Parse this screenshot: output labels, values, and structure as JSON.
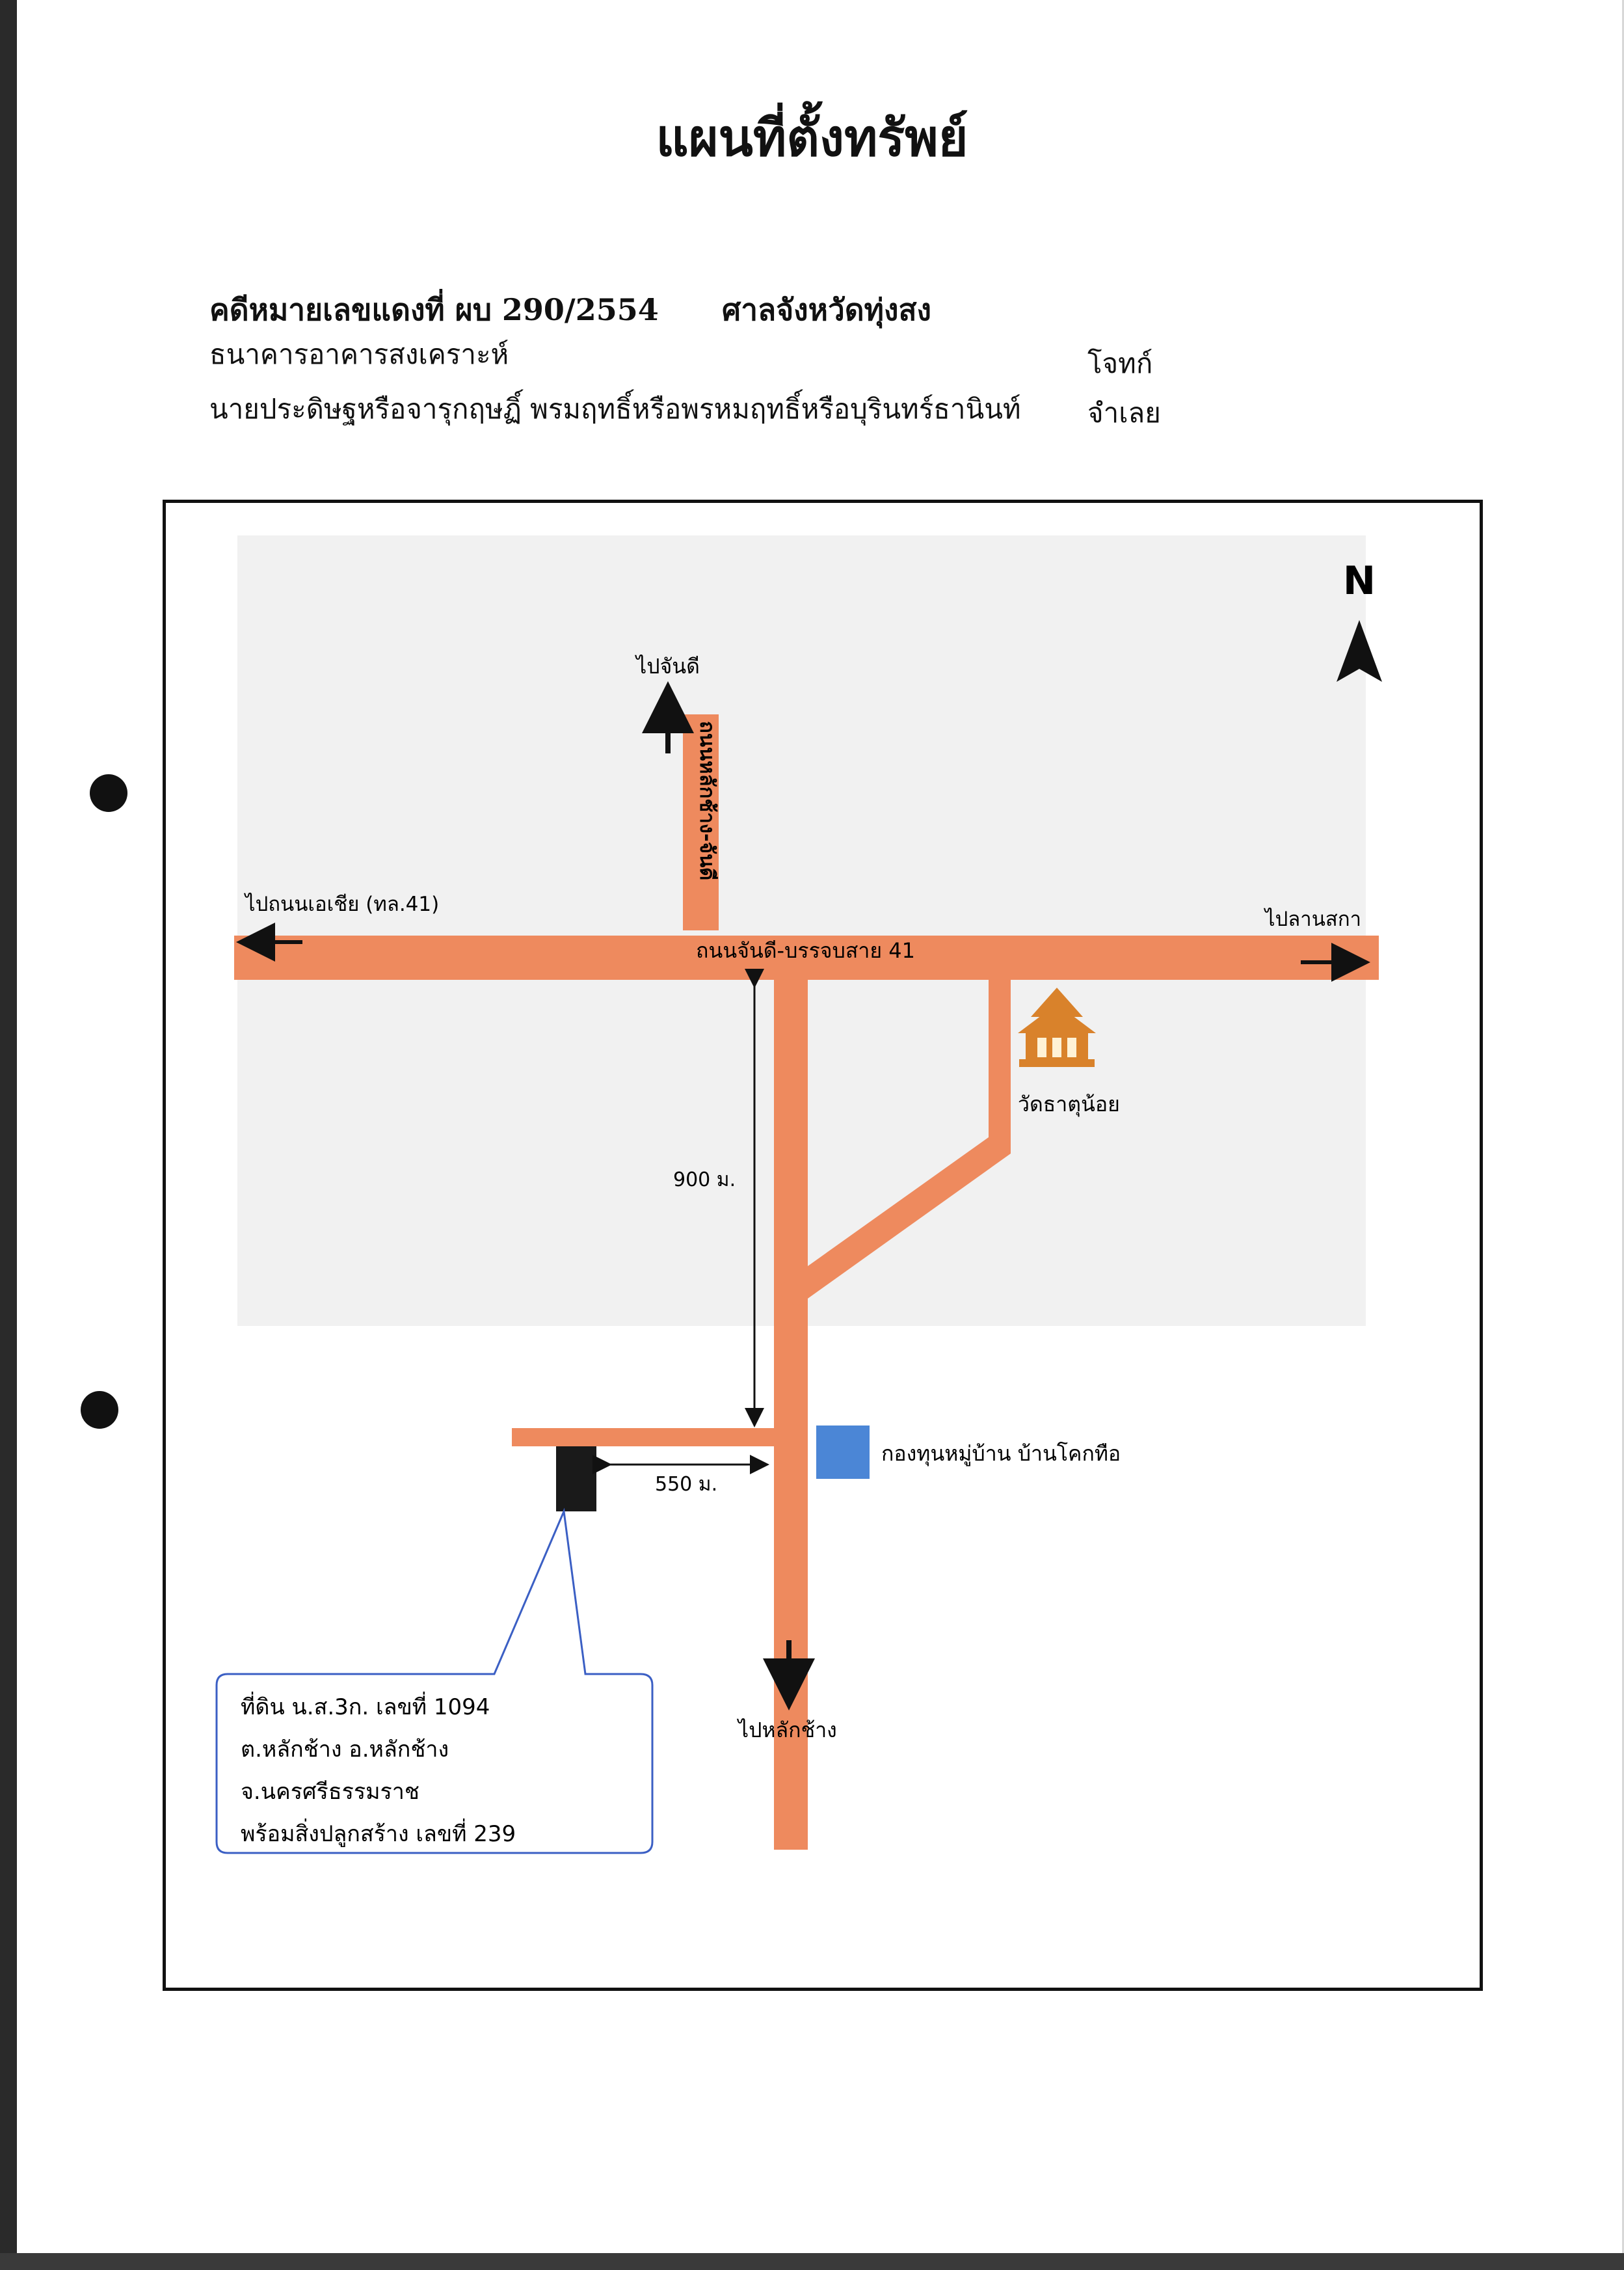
{
  "document": {
    "title": "แผนที่ตั้งทรัพย์",
    "case_number": "คดีหมายเลขแดงที่ ผบ 290/2554",
    "court": "ศาลจังหวัดทุ่งสง",
    "plaintiff_name": "ธนาคารอาคารสงเคราะห์",
    "plaintiff_role": "โจทก์",
    "defendant_name": "นายประดิษฐหรือจารุกฤษฏิ์ พรมฤทธิ์หรือพรหมฤทธิ์หรือบุรินทร์ธานินท์",
    "defendant_role": "จำเลย"
  },
  "map": {
    "north_label": "N",
    "labels": {
      "to_chandi": "ไปจันดี",
      "road_vertical": "ถนนหลักช้าง-จันดี",
      "to_asia_road": "ไปถนนเอเชีย (ทล.41)",
      "to_lansaka": "ไปลานสกา",
      "road_main": "ถนนจันดี-บรรจบสาย 41",
      "temple": "วัดธาตุน้อย",
      "distance_900": "900 ม.",
      "distance_550": "550 ม.",
      "village_fund": "กองทุนหมู่บ้าน บ้านโคกทือ",
      "to_lakchang": "ไปหลักช้าง"
    },
    "property_info": [
      "ที่ดิน น.ส.3ก. เลขที่ 1094",
      "ต.หลักช้าง อ.หลักช้าง",
      "จ.นครศรีธรรมราช",
      "พร้อมสิ่งปลูกสร้าง เลขที่ 239"
    ],
    "colors": {
      "road": "#ee8a5e",
      "village_fund": "#4b86d6",
      "property": "#1a1a1a",
      "callout_border": "#3b5fc4",
      "temple": "#d9822b"
    }
  }
}
